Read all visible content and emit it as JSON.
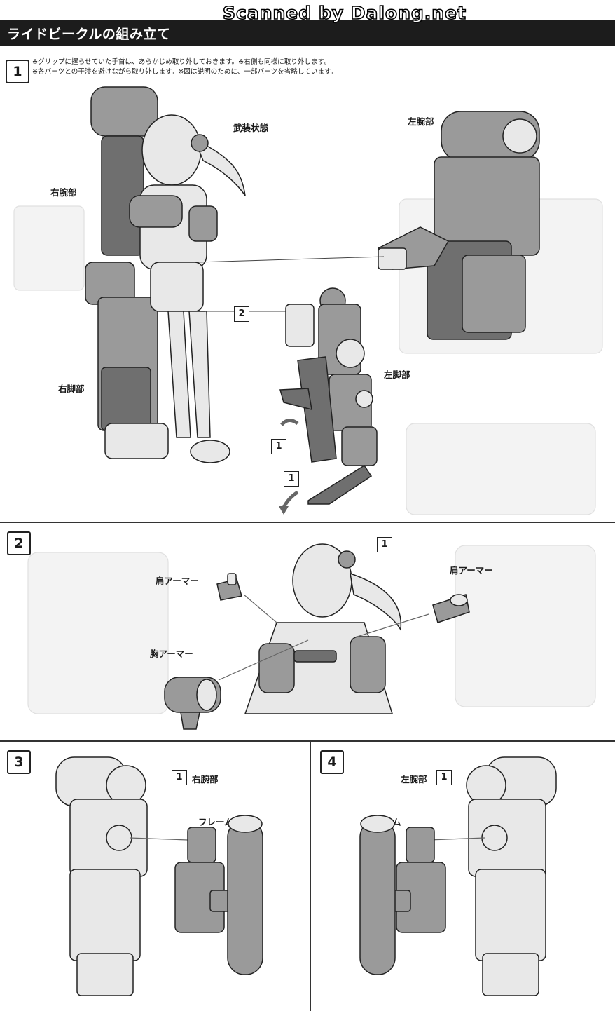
{
  "watermark": "Scanned by Dalong.net",
  "header": {
    "title": "ライドビークルの組み立て"
  },
  "step1": {
    "number": "1",
    "note_line1": "※グリップに握らせていた手首は、あらかじめ取り外しておきます。※右側も同様に取り外します。",
    "note_line2": "※各パーツとの干渉を避けながら取り外します。※図は説明のために、一部パーツを省略しています。",
    "label_armed": "武装状態",
    "label_right_arm": "右腕部",
    "label_left_arm": "左腕部",
    "label_right_leg": "右脚部",
    "label_left_leg": "左脚部",
    "ref_2": "2",
    "ref_1a": "1",
    "ref_1b": "1"
  },
  "step2": {
    "number": "2",
    "ref_1": "1",
    "label_shoulder_left": "肩アーマー",
    "label_shoulder_right": "肩アーマー",
    "label_chest": "胸アーマー"
  },
  "step3": {
    "number": "3",
    "ref_1": "1",
    "label_arm": "右腕部",
    "label_frame": "フレーム"
  },
  "step4": {
    "number": "4",
    "ref_1": "1",
    "label_arm": "左腕部",
    "label_frame": "フレーム"
  }
}
